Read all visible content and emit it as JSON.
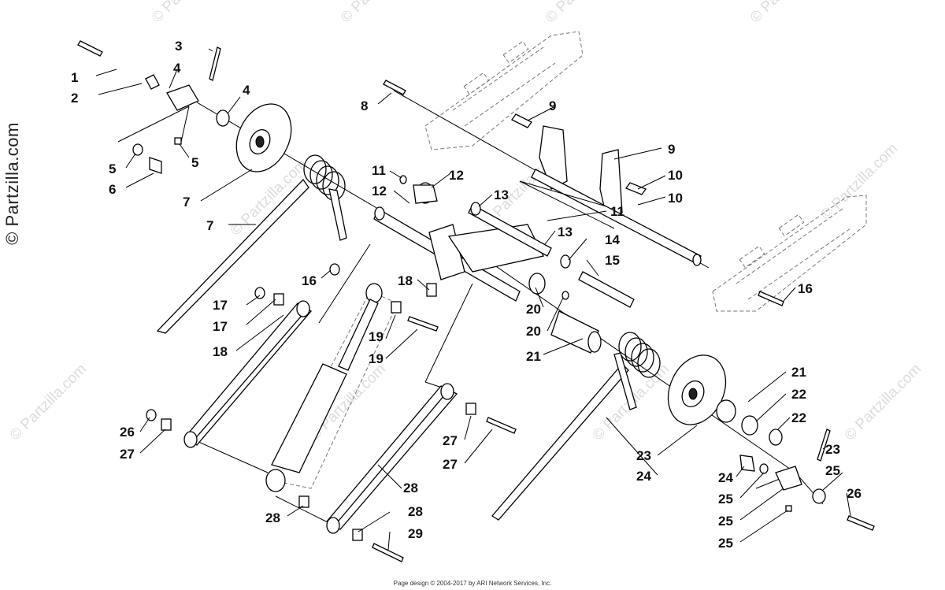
{
  "watermark_text": "© Partzilla.com",
  "footer_text": "Page design © 2004-2017 by ARI Network Services, Inc.",
  "callouts": [
    "1",
    "2",
    "3",
    "4",
    "4",
    "5",
    "5",
    "6",
    "7",
    "7",
    "8",
    "9",
    "9",
    "10",
    "10",
    "11",
    "11",
    "12",
    "12",
    "13",
    "13",
    "14",
    "15",
    "16",
    "16",
    "17",
    "17",
    "18",
    "18",
    "19",
    "19",
    "20",
    "20",
    "21",
    "21",
    "22",
    "22",
    "23",
    "23",
    "24",
    "24",
    "25",
    "25",
    "25",
    "25",
    "26",
    "26",
    "27",
    "27",
    "27",
    "28",
    "28",
    "28",
    "29"
  ]
}
